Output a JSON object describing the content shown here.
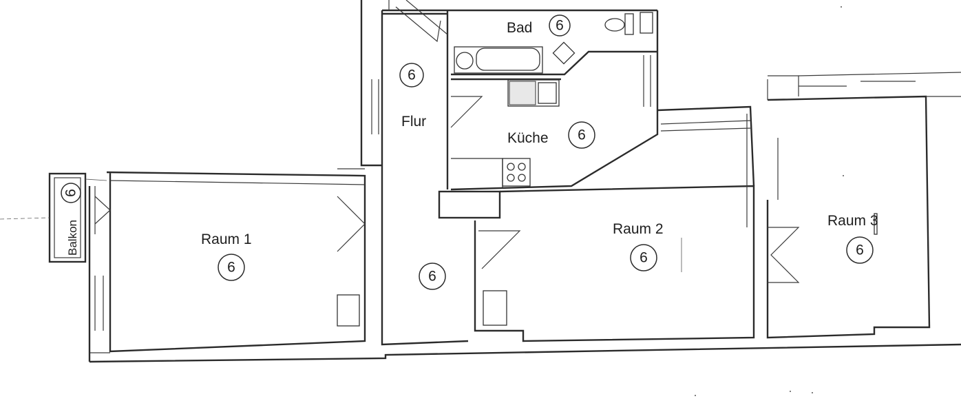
{
  "rooms": {
    "bad": {
      "label": "Bad",
      "number": "6"
    },
    "flur": {
      "label": "Flur",
      "number": "6",
      "number_lower": "6"
    },
    "kueche": {
      "label": "Küche",
      "number": "6"
    },
    "raum1": {
      "label": "Raum 1",
      "number": "6"
    },
    "raum2": {
      "label": "Raum 2",
      "number": "6"
    },
    "raum3": {
      "label": "Raum 3",
      "number": "6"
    },
    "balkon": {
      "label": "Balkon",
      "number": "6"
    }
  }
}
